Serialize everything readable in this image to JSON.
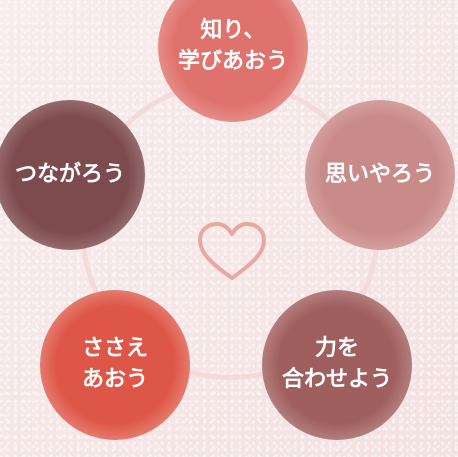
{
  "nodes": {
    "learn": {
      "label": "知り、\n学びあおう",
      "color": "#e0726d"
    },
    "care": {
      "label": "思いやろう",
      "color": "#c98b8a"
    },
    "unite": {
      "label": "力を\n合わせよう",
      "color": "#9f5f5f"
    },
    "support": {
      "label": "ささえ\nあおう",
      "color": "#dd5647"
    },
    "connect": {
      "label": "つながろう",
      "color": "#7d4b4e"
    }
  },
  "center_icon": "heart-outline-icon"
}
